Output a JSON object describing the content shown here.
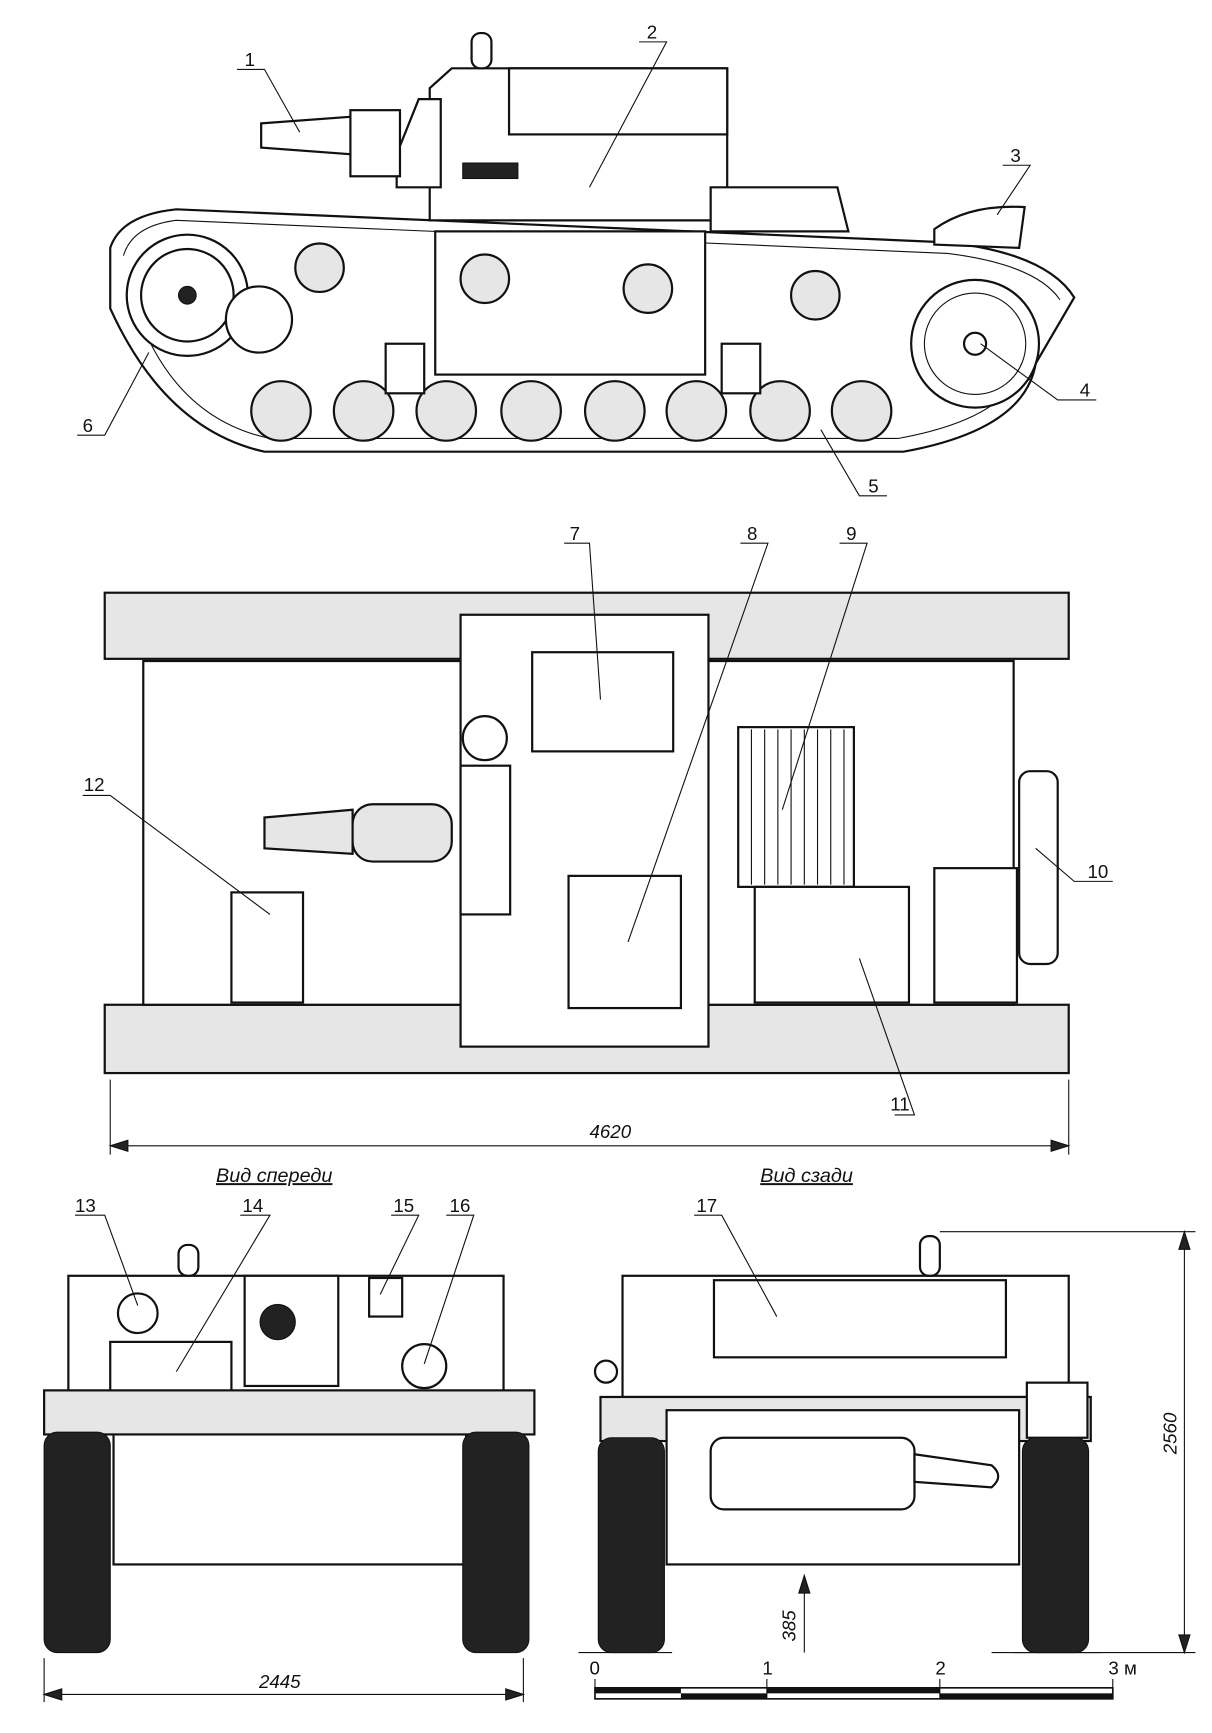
{
  "callouts": [
    "1",
    "2",
    "3",
    "4",
    "5",
    "6",
    "7",
    "8",
    "9",
    "10",
    "11",
    "12",
    "13",
    "14",
    "15",
    "16",
    "17"
  ],
  "views": {
    "front": "Вид спереди",
    "rear": "Вид сзади"
  },
  "dimensions": {
    "length": "4620",
    "width": "2445",
    "height": "2560",
    "clearance": "385"
  },
  "scale": {
    "ticks": [
      "0",
      "1",
      "2",
      "3 м"
    ]
  }
}
